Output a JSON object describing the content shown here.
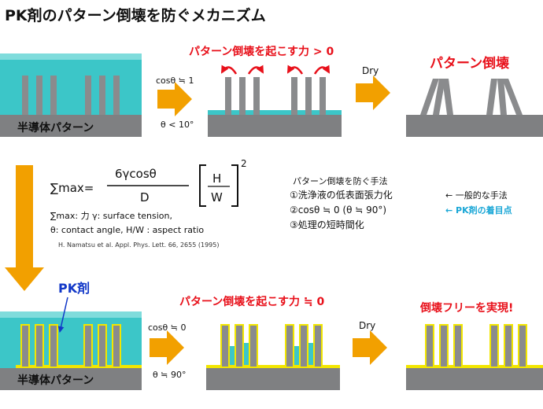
{
  "title": "PK剤のパターン倒壊を防ぐメカニズム",
  "colors": {
    "red": "#e8101a",
    "blue": "#1238c8",
    "cyan_text": "#18a6d6",
    "liquid": "#3cc6c8",
    "liquid_top": "#7fdcdc",
    "substrate": "#7f8082",
    "pillar": "#8a8b8d",
    "yellow": "#f2e600",
    "arrow_orange": "#f2a000",
    "black": "#111111"
  },
  "top_row": {
    "substrate_label": "半導体パターン",
    "condition_cos": "cosθ ≒ 1",
    "condition_theta": "θ < 10°",
    "force_label": "パターン倒壊を起こす力 > 0",
    "dry_label": "Dry",
    "result_label": "パターン倒壊"
  },
  "formula": {
    "lhs": "∑max=",
    "numerator": "6γcosθ",
    "denominator": "D",
    "ratio_top": "H",
    "ratio_bottom": "W",
    "exponent": "2",
    "legend_line1": "∑max:  力      γ: surface tension,",
    "legend_line2": "θ:  contact angle, H/W : aspect ratio",
    "citation": "H. Namatsu et al. Appl. Phys. Lett. 66, 2655 (1995)"
  },
  "methods": {
    "heading": "パターン倒壊を防ぐ手法",
    "item1": "①洗浄液の低表面張力化",
    "item1_note": "← 一般的な手法",
    "item2": "②cosθ ≒ 0 (θ ≒ 90°)",
    "item2_note": "← PK剤の着目点",
    "item3": "③処理の短時間化"
  },
  "bottom_row": {
    "pk_label": "PK剤",
    "substrate_label": "半導体パターン",
    "condition_cos": "cosθ ≒ 0",
    "condition_theta": "θ ≒ 90°",
    "force_label": "パターン倒壊を起こす力 ≒ 0",
    "dry_label": "Dry",
    "result_label": "倒壊フリーを実現!"
  }
}
